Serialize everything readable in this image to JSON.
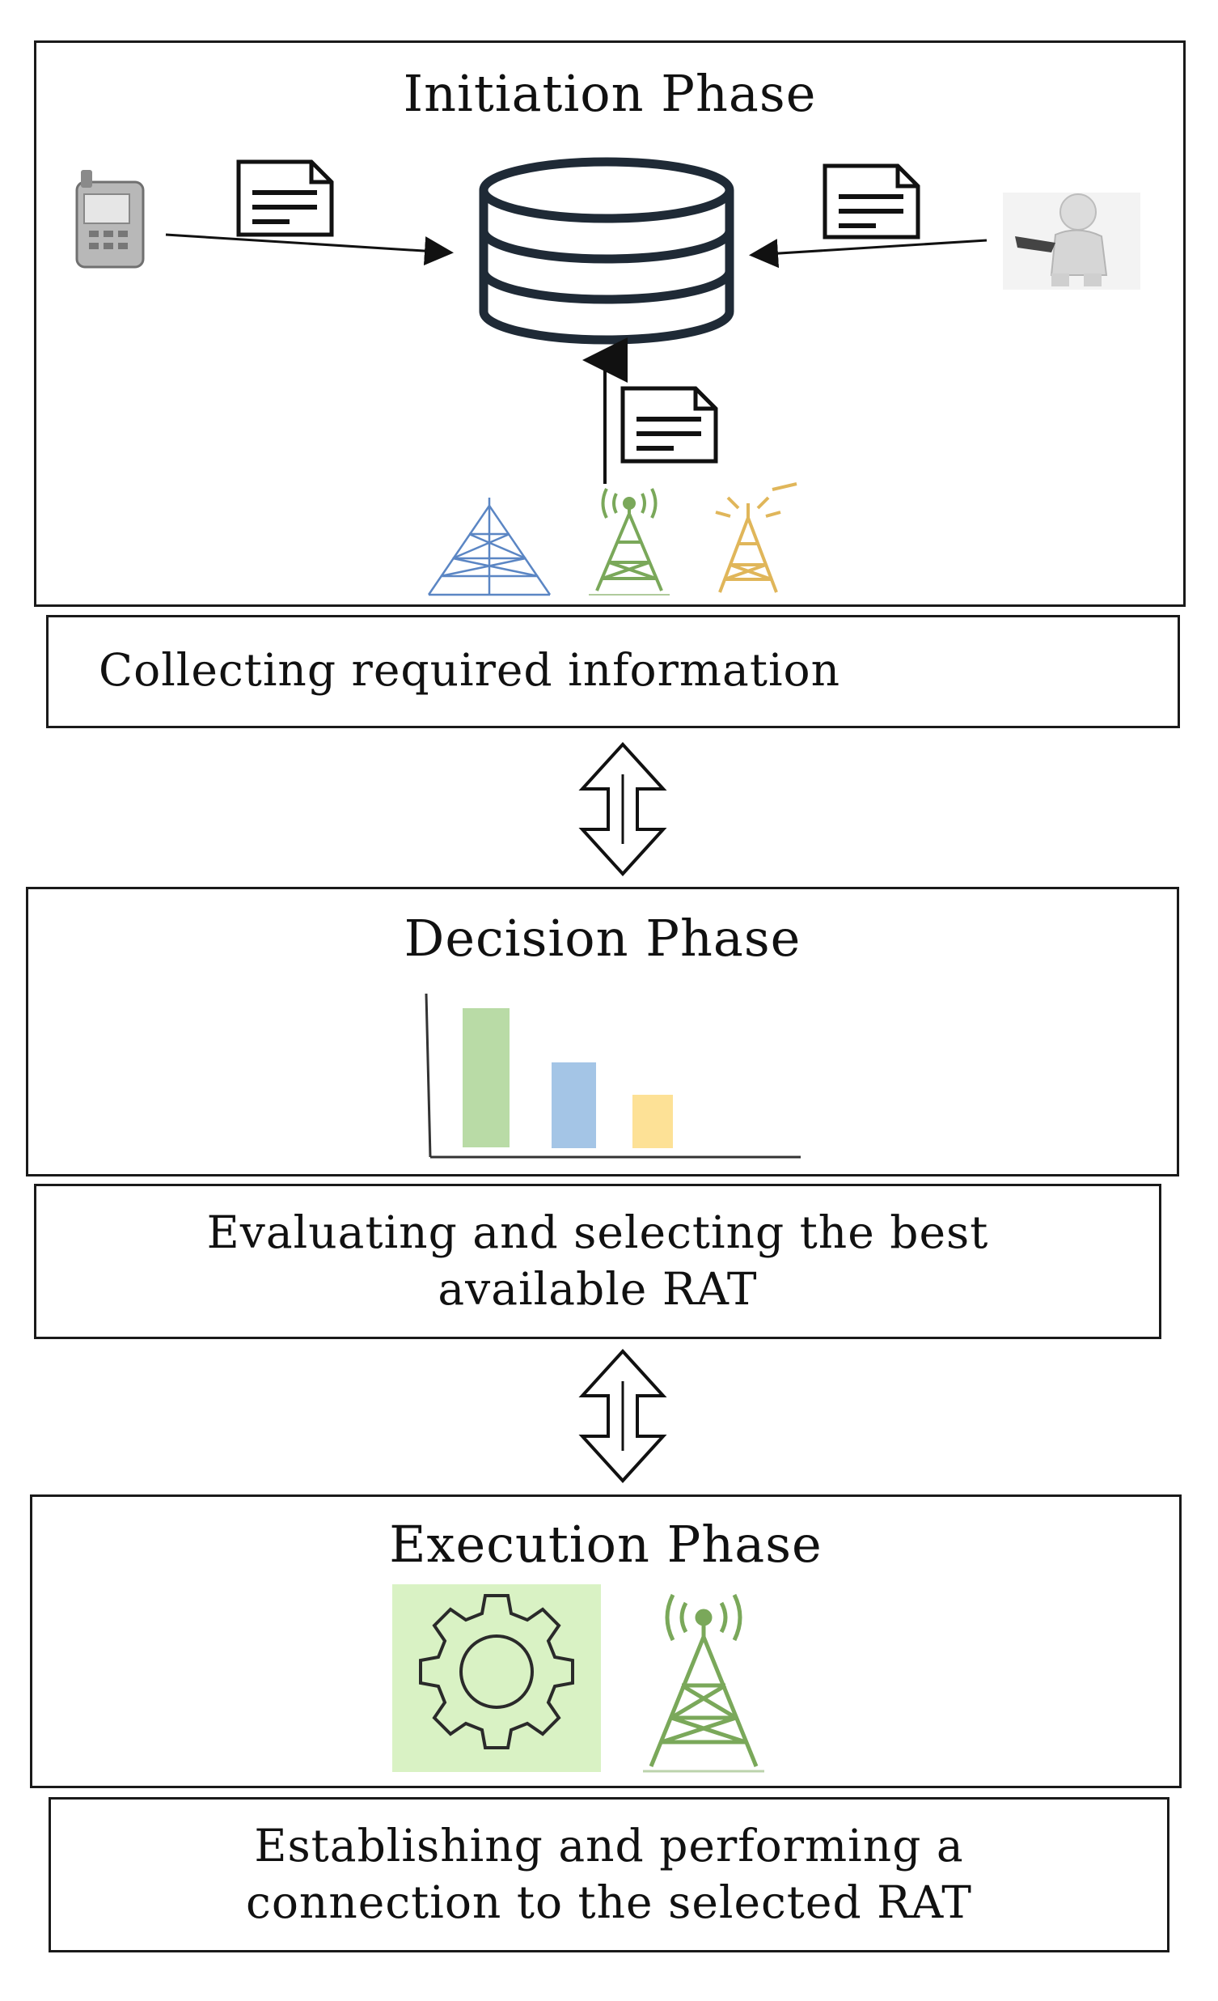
{
  "initiation": {
    "title": "Initiation Phase",
    "caption": "Collecting required information",
    "icons": [
      "phone-icon",
      "document-icon",
      "database-icon",
      "person-icon",
      "cell-tower-icon"
    ]
  },
  "decision": {
    "title": "Decision Phase",
    "caption_line1": "Evaluating and selecting the best",
    "caption_line2": "available RAT",
    "bar_colors": [
      "#b9dba6",
      "#a4c5e6",
      "#fde196"
    ]
  },
  "execution": {
    "title": "Execution Phase",
    "caption_line1": "Establishing and performing a",
    "caption_line2": "connection to the selected RAT",
    "icons": [
      "gear-icon",
      "cell-tower-icon"
    ]
  },
  "colors": {
    "tower_blue": "#5b86c4",
    "tower_green": "#7aa85a",
    "tower_yellow": "#e0b65a",
    "gear_bg": "#d9f2c4",
    "database": "#1f2a36"
  }
}
